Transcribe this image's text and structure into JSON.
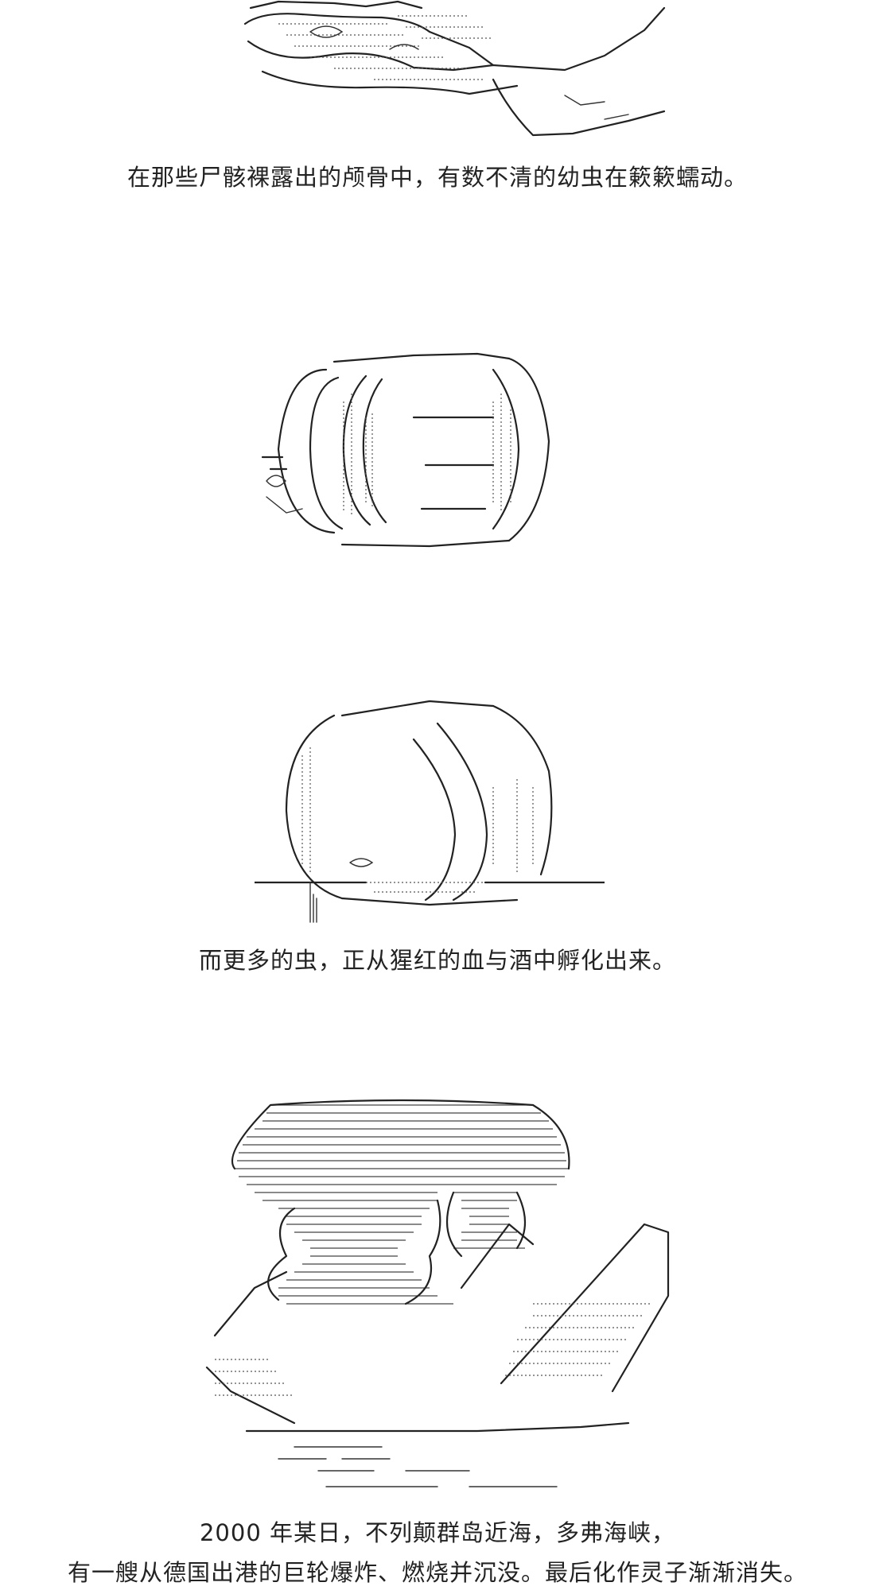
{
  "captions": {
    "c1": "在那些尸骸裸露出的颅骨中，有数不清的幼虫在簌簌蠕动。",
    "c2": "而更多的虫，正从猩红的血与酒中孵化出来。",
    "c3_line1": "2000 年某日，不列颠群岛近海，多弗海峡，",
    "c3_line2": "有一艘从德国出港的巨轮爆炸、燃烧并沉没。最后化作灵子渐渐消失。"
  }
}
